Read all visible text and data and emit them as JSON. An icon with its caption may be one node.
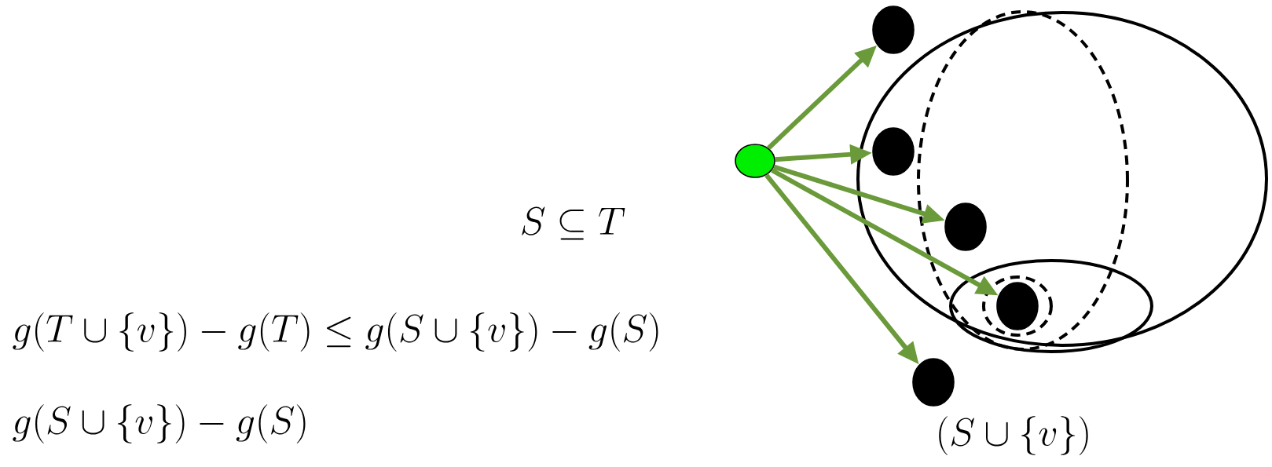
{
  "diagram": {
    "nodes": [
      {
        "text": [],
        "shape": "circle"
      },
      {
        "text": [],
        "shape": "circle"
      },
      {
        "text": [],
        "shape": "ellipse"
      },
      {
        "text": [],
        "shape": "ellipse",
        "in": 2
      },
      {
        "text": [],
        "shape": "ellipse"
      },
      {
        "text": [],
        "shape": "ellipse",
        "in": 4
      },
      {
        "text": [],
        "shape": "circle",
        "in": 2
      },
      {
        "text": [],
        "shape": "circle",
        "in": 3
      },
      {
        "text": [],
        "shape": "circle",
        "in": 5
      },
      {
        "text": [],
        "shape": "circle"
      }
    ],
    "edges": [
      {
        "from": 0,
        "to": 1,
        "arrow": "to"
      },
      {
        "from": 0,
        "to": 6,
        "arrow": "to"
      },
      {
        "from": 0,
        "to": 7,
        "arrow": "to"
      },
      {
        "from": 0,
        "to": 8,
        "arrow": "to"
      },
      {
        "from": 0,
        "to": 9,
        "arrow": "to"
      }
    ],
    "labels": [
      "S \\subseteq T",
      "g(T\\cup\\{v\\}) - g(T) \\leq g(S\\cup\\{v\\}) - g(S)",
      "g(S\\cup\\{v\\}) - g(S)",
      "(S\\cup\\{v\\})"
    ]
  }
}
